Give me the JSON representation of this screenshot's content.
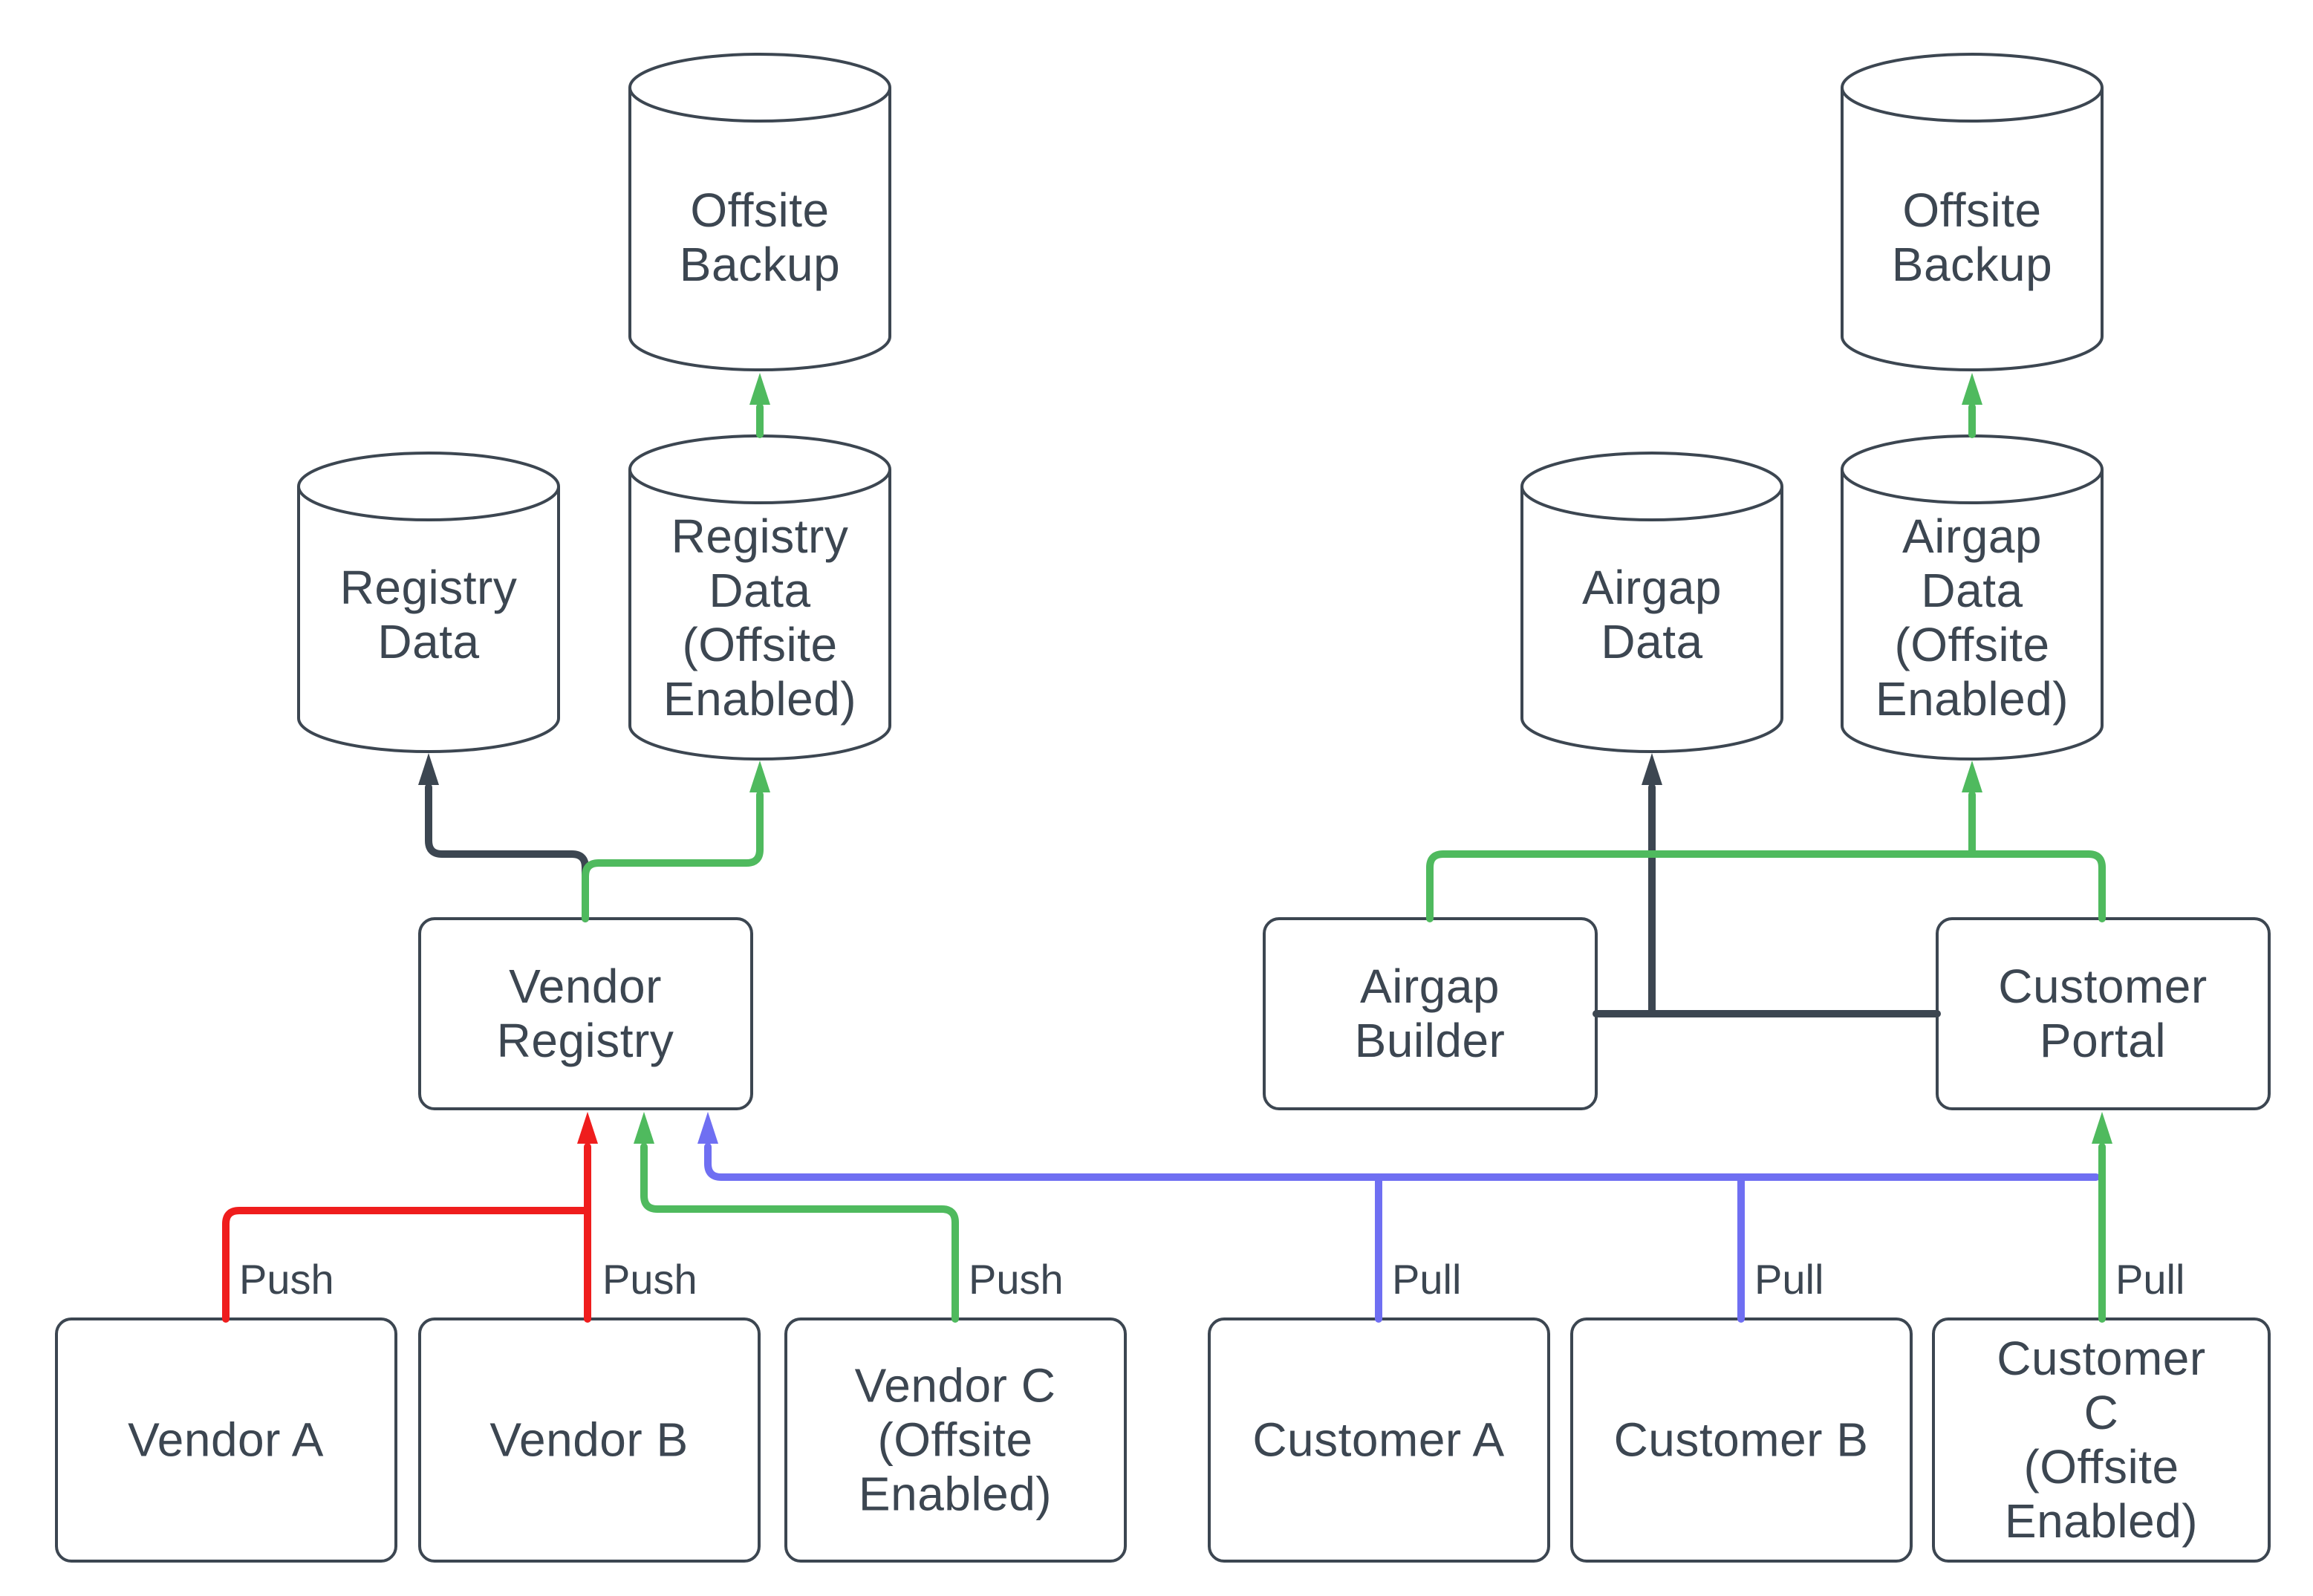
{
  "diagram": {
    "background": "#ffffff",
    "colors": {
      "outline_dark": "#3C4651",
      "flow_green": "#4FBA5E",
      "flow_red": "#EF1D1D",
      "flow_blue": "#6F6FF2"
    },
    "nodes": {
      "offsite_backup_left": {
        "label": "Offsite\nBackup",
        "shape": "cylinder"
      },
      "registry_data": {
        "label": "Registry\nData",
        "shape": "cylinder"
      },
      "registry_data_offsite": {
        "label": "Registry\nData\n(Offsite\nEnabled)",
        "shape": "cylinder"
      },
      "vendor_registry": {
        "label": "Vendor\nRegistry",
        "shape": "rectangle"
      },
      "vendor_a": {
        "label": "Vendor A",
        "shape": "rectangle"
      },
      "vendor_b": {
        "label": "Vendor B",
        "shape": "rectangle"
      },
      "vendor_c": {
        "label": "Vendor C\n(Offsite\nEnabled)",
        "shape": "rectangle"
      },
      "offsite_backup_right": {
        "label": "Offsite\nBackup",
        "shape": "cylinder"
      },
      "airgap_data": {
        "label": "Airgap\nData",
        "shape": "cylinder"
      },
      "airgap_data_offsite": {
        "label": "Airgap\nData\n(Offsite\nEnabled)",
        "shape": "cylinder"
      },
      "airgap_builder": {
        "label": "Airgap\nBuilder",
        "shape": "rectangle"
      },
      "customer_portal": {
        "label": "Customer\nPortal",
        "shape": "rectangle"
      },
      "customer_a": {
        "label": "Customer A",
        "shape": "rectangle"
      },
      "customer_b": {
        "label": "Customer B",
        "shape": "rectangle"
      },
      "customer_c": {
        "label": "Customer C\n(Offsite\nEnabled)",
        "shape": "rectangle"
      }
    },
    "edge_labels": {
      "push_a": "Push",
      "push_b": "Push",
      "push_c": "Push",
      "pull_a": "Pull",
      "pull_b": "Pull",
      "pull_c": "Pull"
    }
  }
}
